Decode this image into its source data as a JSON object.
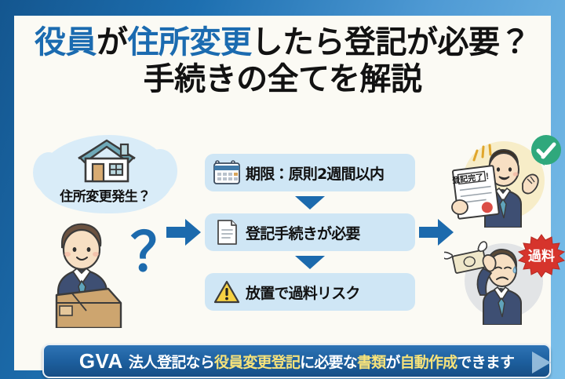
{
  "theme": {
    "frame_gradient_start": "#14568f",
    "frame_gradient_end": "#7cc0ea",
    "canvas_bg": "#fbfaf4",
    "accent_blue": "#1b6bb0",
    "flow_box_bg": "#cfe6f5",
    "blob_bg": "#d9ecf8",
    "highlight_yellow": "#f6e27a",
    "warn_yellow": "#f6d143",
    "danger_red": "#d6342c",
    "success_green": "#2fa87c"
  },
  "title": {
    "line1": [
      {
        "text": "役員",
        "highlight": true
      },
      {
        "text": "が",
        "highlight": false
      },
      {
        "text": "住所変更",
        "highlight": true
      },
      {
        "text": "したら登記が必要？",
        "highlight": false
      }
    ],
    "line2": [
      {
        "text": "手続きの全てを解説",
        "highlight": false
      }
    ]
  },
  "left": {
    "blob_label": "住所変更発生？",
    "house_icon": "house-icon",
    "person_icon": "person-carrying-box",
    "question_mark": "？",
    "arrow_icon": "arrow-right-icon"
  },
  "flow": {
    "steps": [
      {
        "icon": "calendar-icon",
        "text": "期限：原則2週間以内"
      },
      {
        "icon": "document-icon",
        "text": "登記手続きが必要"
      },
      {
        "icon": "warning-triangle-icon",
        "text": "放置で過料リスク"
      }
    ],
    "connector_icon": "triangle-down-icon",
    "out_arrow_icon": "arrow-right-icon"
  },
  "right": {
    "success": {
      "document_label": "登記完了！",
      "badge_icon": "check-circle-icon",
      "person_icon": "happy-businessman",
      "seal_icon": "red-seal-icon"
    },
    "risk": {
      "badge_label": "過料",
      "badge_icon": "starburst-badge",
      "person_icon": "worried-businessman",
      "money_icon": "flying-money-icon"
    }
  },
  "banner": {
    "logo": "GVA",
    "segments": [
      {
        "text": "法人登記なら",
        "highlight": false
      },
      {
        "text": "役員変更登記",
        "highlight": true
      },
      {
        "text": "に必要な",
        "highlight": false
      },
      {
        "text": "書類",
        "highlight": true
      },
      {
        "text": "が",
        "highlight": false
      },
      {
        "text": "自動作成",
        "highlight": true
      },
      {
        "text": "できます",
        "highlight": false
      }
    ]
  }
}
